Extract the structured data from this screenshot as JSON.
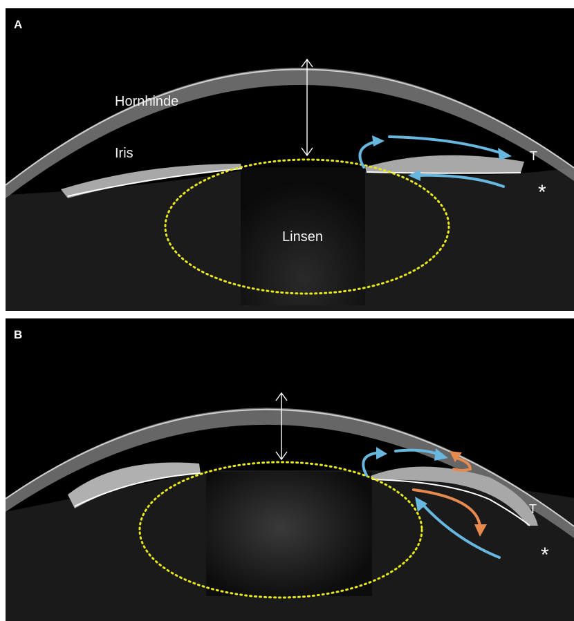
{
  "panels": [
    {
      "letter": "A",
      "labels": {
        "cornea": "Hornhinde",
        "iris": "Iris",
        "lens": "Linsen",
        "t_marker": "T",
        "angle_marker": "*"
      }
    },
    {
      "letter": "B",
      "labels": {
        "t_marker": "T",
        "angle_marker": "*"
      }
    }
  ],
  "colors": {
    "aqueous_flow_arrow": "#67b7df",
    "reverse_flow_arrow": "#e88a50",
    "lens_outline": "#e8e81a",
    "depth_arrow": "#ffffff"
  }
}
